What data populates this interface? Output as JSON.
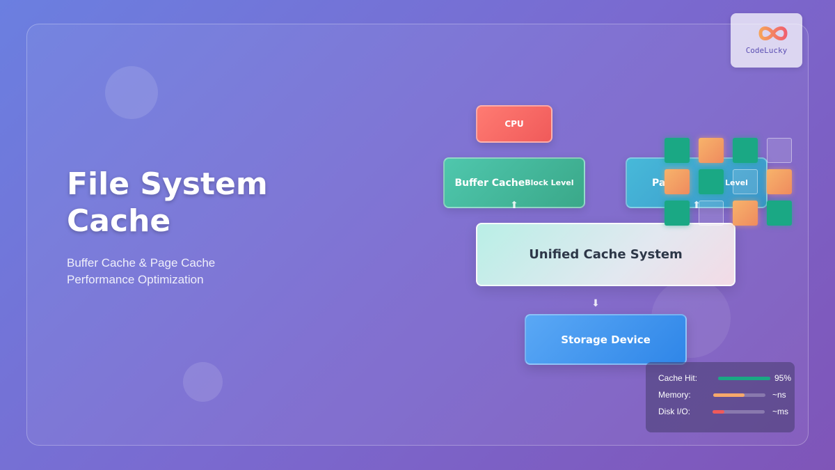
{
  "heading": {
    "title": "File System Cache",
    "subtitle_line1": "Buffer Cache & Page Cache",
    "subtitle_line2": "Performance Optimization"
  },
  "logo": {
    "text": "CodeLucky"
  },
  "diagram": {
    "cpu": "CPU",
    "buffer_cache": {
      "label": "Buffer Cache",
      "level": "Block Level"
    },
    "page_cache": {
      "label": "Pa",
      "level": "Level"
    },
    "unified": "Unified Cache System",
    "storage": "Storage Device"
  },
  "tiles": [
    "green",
    "orange",
    "green",
    "empty",
    "orange",
    "green",
    "empty",
    "orange",
    "green",
    "empty",
    "orange",
    "green"
  ],
  "metrics": [
    {
      "label": "Cache Hit:",
      "value": "95%",
      "fill": 1.0,
      "color": "#1aa884"
    },
    {
      "label": "Memory:",
      "value": "~ns",
      "fill": 0.6,
      "color": "#f7a86b"
    },
    {
      "label": "Disk I/O:",
      "value": "~ms",
      "fill": 0.22,
      "color": "#f05a5a"
    }
  ],
  "colors": {
    "accent_green": "#1aa884",
    "accent_orange": "#f7a86b",
    "accent_red": "#f05a5a",
    "storage_blue": "#2f86e8"
  }
}
